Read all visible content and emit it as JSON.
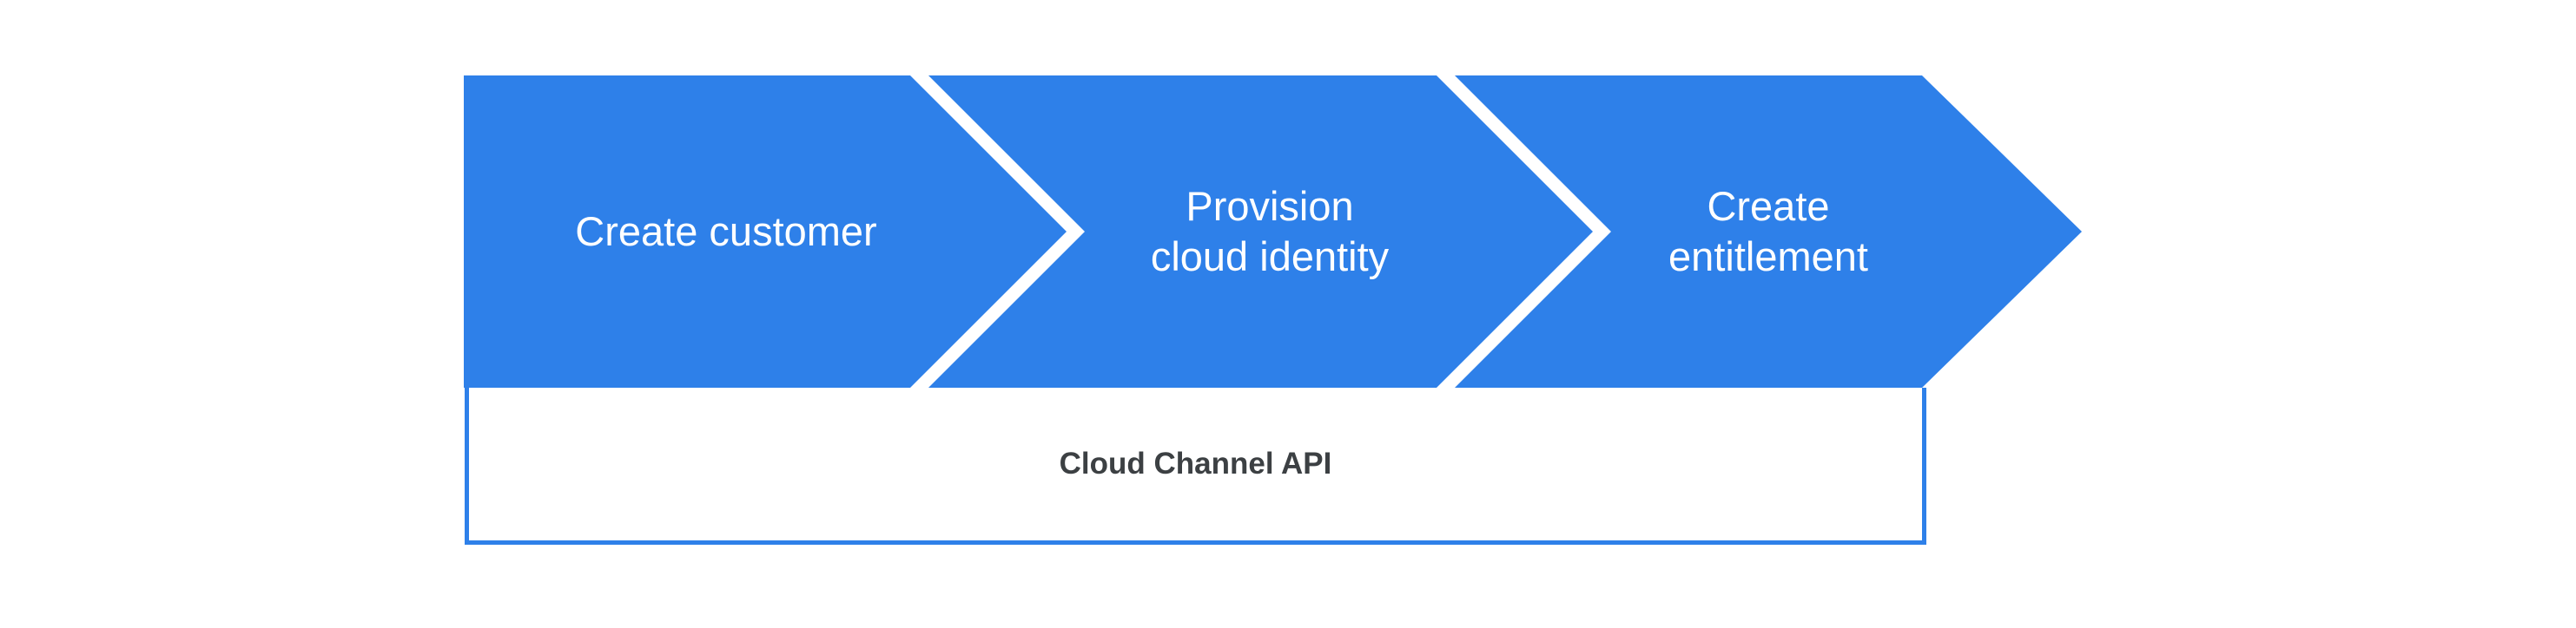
{
  "diagram": {
    "colors": {
      "accent": "#2E80E9",
      "background": "#FFFFFF",
      "step_label": "#FFFFFF",
      "api_label": "#3C4043"
    },
    "steps": [
      {
        "name": "create-customer",
        "label": "Create customer",
        "lines": [
          "Create customer"
        ]
      },
      {
        "name": "provision-cloud-identity",
        "label": "Provision cloud identity",
        "lines": [
          "Provision",
          "cloud identity"
        ]
      },
      {
        "name": "create-entitlement",
        "label": "Create entitlement",
        "lines": [
          "Create",
          "entitlement"
        ]
      }
    ],
    "api_bar": {
      "label": "Cloud Channel API"
    }
  }
}
